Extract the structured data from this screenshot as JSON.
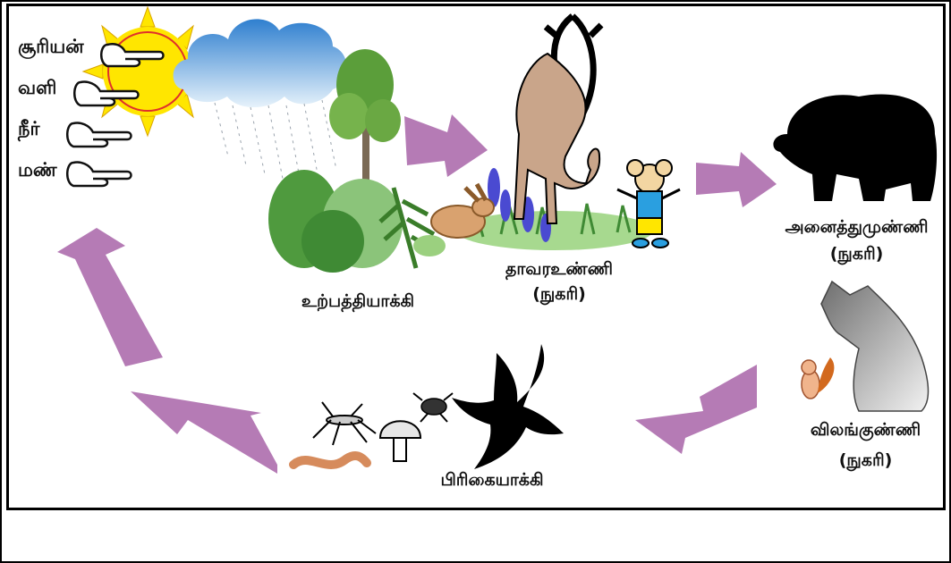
{
  "elements": {
    "sun": "சூரியன்",
    "air": "வளி",
    "water": "நீர்",
    "soil": "மண்"
  },
  "nodes": {
    "producer": {
      "label": "உற்பத்தியாக்கி"
    },
    "herbivore": {
      "label": "தாவரஉண்ணி",
      "sub": "(நுகரி)"
    },
    "omnivore": {
      "label": "அனைத்துமுண்ணி",
      "sub": "(நுகரி)"
    },
    "carnivore": {
      "label": "விலங்குண்ணி",
      "sub": "(நுகரி)"
    },
    "decomposer": {
      "label": "பிரிகையாக்கி"
    }
  },
  "colors": {
    "arrow": "#b57bb5",
    "sun": "#ffe600",
    "sun_ring": "#e0312b",
    "cloud": "#3d8fd6",
    "plant": "#5b9e3a",
    "deer": "#c9a58a",
    "bear": "#000000",
    "wolf": "#9a9a9a"
  }
}
